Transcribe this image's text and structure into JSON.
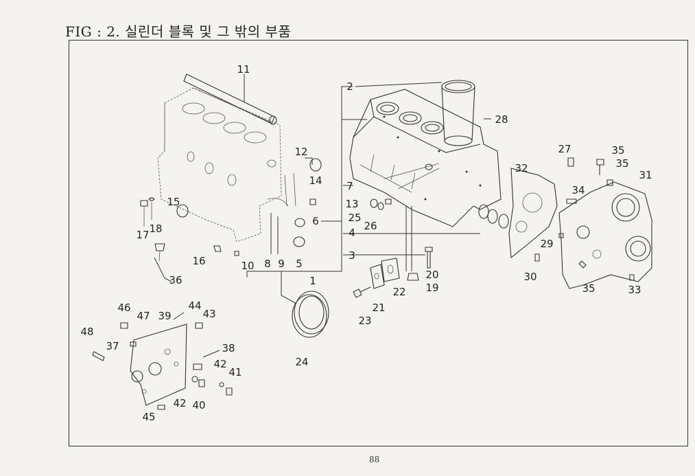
{
  "title": "FIG : 2. 실린더 블록 및 그 밖의 부품",
  "page_number": "88",
  "callouts": [
    {
      "id": "c1",
      "text": "1"
    },
    {
      "id": "c2",
      "text": "2"
    },
    {
      "id": "c3",
      "text": "3"
    },
    {
      "id": "c4",
      "text": "4"
    },
    {
      "id": "c5",
      "text": "5"
    },
    {
      "id": "c6",
      "text": "6"
    },
    {
      "id": "c7",
      "text": "7"
    },
    {
      "id": "c8",
      "text": "8"
    },
    {
      "id": "c9",
      "text": "9"
    },
    {
      "id": "c10",
      "text": "10"
    },
    {
      "id": "c11",
      "text": "11"
    },
    {
      "id": "c12",
      "text": "12"
    },
    {
      "id": "c13",
      "text": "13"
    },
    {
      "id": "c14",
      "text": "14"
    },
    {
      "id": "c15",
      "text": "15"
    },
    {
      "id": "c16",
      "text": "16"
    },
    {
      "id": "c17",
      "text": "17"
    },
    {
      "id": "c18",
      "text": "18"
    },
    {
      "id": "c19",
      "text": "19"
    },
    {
      "id": "c20",
      "text": "20"
    },
    {
      "id": "c21",
      "text": "21"
    },
    {
      "id": "c22",
      "text": "22"
    },
    {
      "id": "c23",
      "text": "23"
    },
    {
      "id": "c24",
      "text": "24"
    },
    {
      "id": "c25",
      "text": "25"
    },
    {
      "id": "c26",
      "text": "26"
    },
    {
      "id": "c27",
      "text": "27"
    },
    {
      "id": "c28",
      "text": "28"
    },
    {
      "id": "c29",
      "text": "29"
    },
    {
      "id": "c30",
      "text": "30"
    },
    {
      "id": "c31",
      "text": "31"
    },
    {
      "id": "c32",
      "text": "32"
    },
    {
      "id": "c33",
      "text": "33"
    },
    {
      "id": "c34",
      "text": "34"
    },
    {
      "id": "c35a",
      "text": "35"
    },
    {
      "id": "c35b",
      "text": "35"
    },
    {
      "id": "c35c",
      "text": "35"
    },
    {
      "id": "c36",
      "text": "36"
    },
    {
      "id": "c37",
      "text": "37"
    },
    {
      "id": "c38",
      "text": "38"
    },
    {
      "id": "c39",
      "text": "39"
    },
    {
      "id": "c40",
      "text": "40"
    },
    {
      "id": "c41",
      "text": "41"
    },
    {
      "id": "c42a",
      "text": "42"
    },
    {
      "id": "c42b",
      "text": "42"
    },
    {
      "id": "c43",
      "text": "43"
    },
    {
      "id": "c44",
      "text": "44"
    },
    {
      "id": "c45",
      "text": "45"
    },
    {
      "id": "c46",
      "text": "46"
    },
    {
      "id": "c47",
      "text": "47"
    },
    {
      "id": "c48",
      "text": "48"
    }
  ]
}
